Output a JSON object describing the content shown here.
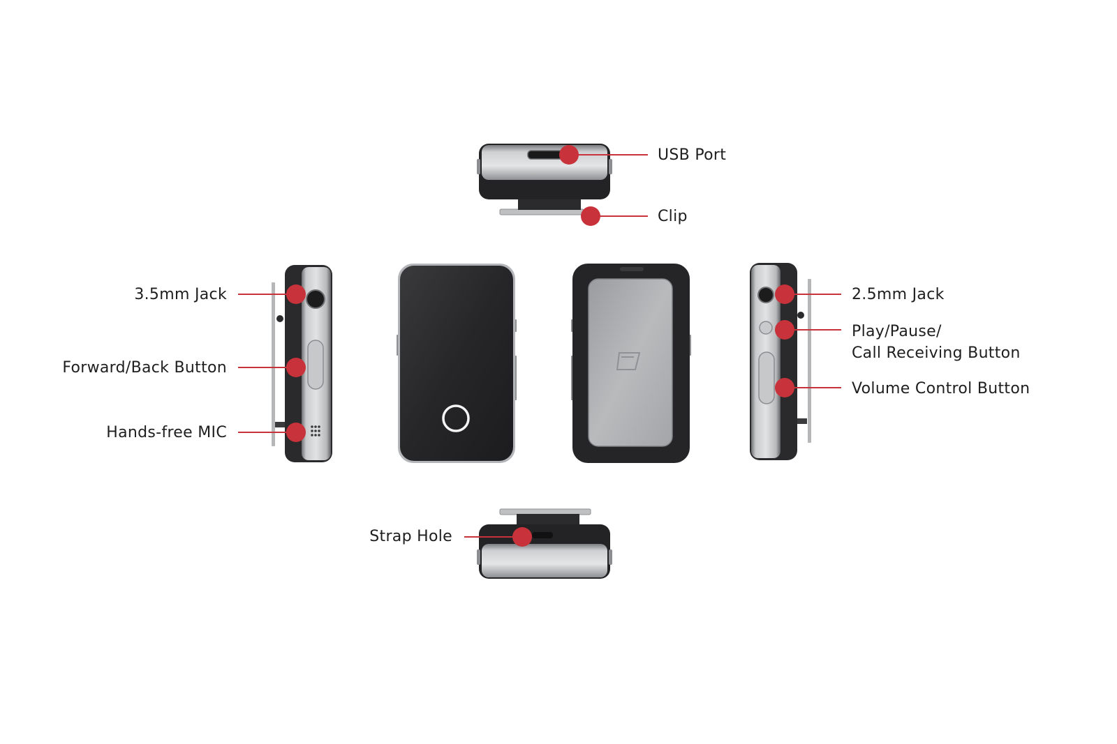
{
  "colors": {
    "accent_red": "#c8323a",
    "device_black": "#2a2a2c",
    "device_silver": "#a9abae",
    "background": "#ffffff",
    "led_ring": "#f4f4f4"
  },
  "labels": {
    "usb_port": "USB Port",
    "clip": "Clip",
    "jack_35": "3.5mm Jack",
    "forward_back": "Forward/Back Button",
    "handsfree_mic": "Hands-free MIC",
    "jack_25": "2.5mm Jack",
    "play_pause_line1": "Play/Pause/",
    "play_pause_line2": "Call Receiving Button",
    "volume": "Volume Control Button",
    "strap_hole": "Strap Hole"
  },
  "icons": {
    "front": "power-ring-icon",
    "back": "brand-logo-icon",
    "callout": "red-dot-marker"
  }
}
